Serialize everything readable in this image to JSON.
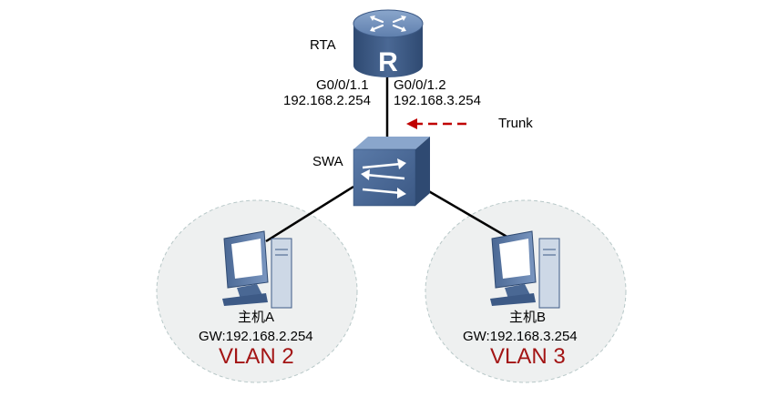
{
  "router": {
    "name": "RTA",
    "icon": "router-icon",
    "iface1": {
      "name": "G0/0/1.1",
      "ip": "192.168.2.254"
    },
    "iface2": {
      "name": "G0/0/1.2",
      "ip": "192.168.3.254"
    }
  },
  "trunk": {
    "label": "Trunk",
    "arrow_color": "#c00000"
  },
  "switch": {
    "name": "SWA",
    "icon": "switch-icon"
  },
  "hosts": [
    {
      "name": "主机A",
      "gateway": "GW:192.168.2.254",
      "vlan": "VLAN 2",
      "icon": "pc-icon"
    },
    {
      "name": "主机B",
      "gateway": "GW:192.168.3.254",
      "vlan": "VLAN 3",
      "icon": "pc-icon"
    }
  ],
  "colors": {
    "device_blue": "#3d5a86",
    "device_light": "#6f8db8",
    "vlan_text": "#a31515",
    "zone_fill": "#eef0f0",
    "zone_border": "#b8c8c8"
  }
}
